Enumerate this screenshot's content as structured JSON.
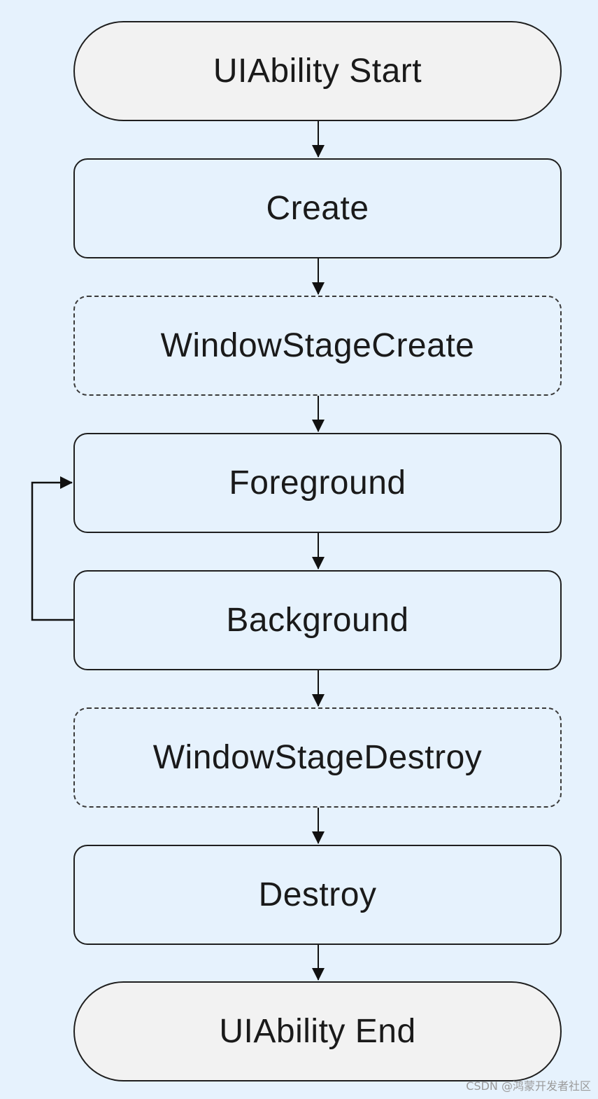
{
  "nodes": [
    {
      "label": "UIAbility Start",
      "shape": "terminal"
    },
    {
      "label": "Create",
      "shape": "solid"
    },
    {
      "label": "WindowStageCreate",
      "shape": "dashed"
    },
    {
      "label": "Foreground",
      "shape": "solid"
    },
    {
      "label": "Background",
      "shape": "solid"
    },
    {
      "label": "WindowStageDestroy",
      "shape": "dashed"
    },
    {
      "label": "Destroy",
      "shape": "solid"
    },
    {
      "label": "UIAbility End",
      "shape": "terminal"
    }
  ],
  "edges": [
    {
      "from": "UIAbility Start",
      "to": "Create"
    },
    {
      "from": "Create",
      "to": "WindowStageCreate"
    },
    {
      "from": "WindowStageCreate",
      "to": "Foreground"
    },
    {
      "from": "Foreground",
      "to": "Background"
    },
    {
      "from": "Background",
      "to": "Foreground",
      "type": "loop-back"
    },
    {
      "from": "Background",
      "to": "WindowStageDestroy"
    },
    {
      "from": "WindowStageDestroy",
      "to": "Destroy"
    },
    {
      "from": "Destroy",
      "to": "UIAbility End"
    }
  ],
  "watermark": "CSDN @鸿蒙开发者社区",
  "colors": {
    "background": "#e6f2fd",
    "terminal_fill": "#f2f2f2",
    "stroke": "#1f1f1f"
  }
}
